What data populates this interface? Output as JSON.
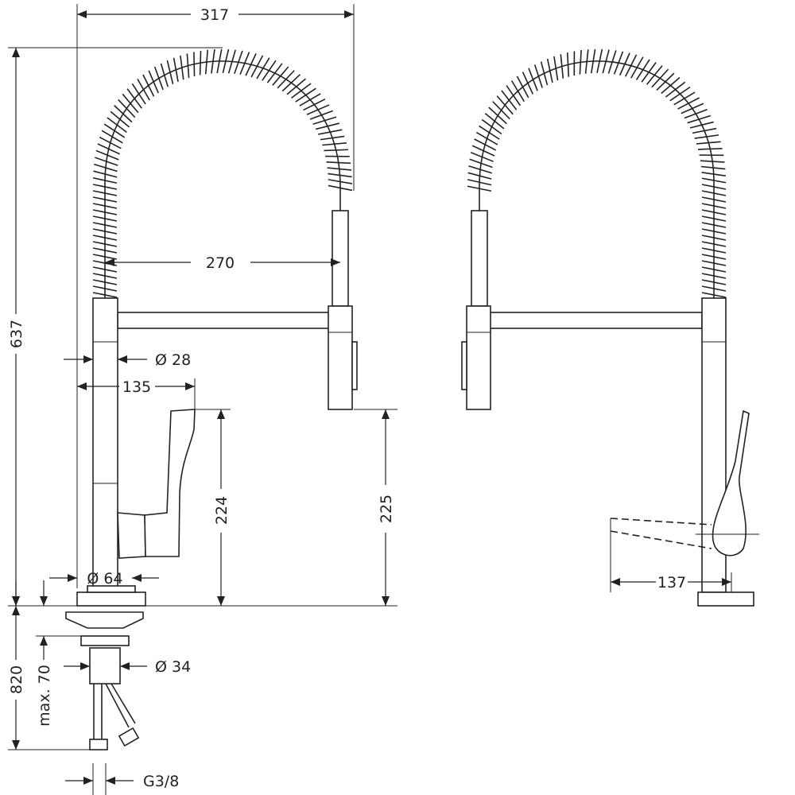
{
  "title": "Kitchen faucet dimension drawing",
  "dimensions": {
    "overall_width": "317",
    "overall_height": "637",
    "spout_reach": "270",
    "body_diameter": "Ø 28",
    "handle_offset": "135",
    "handle_height": "224",
    "spout_clearance": "225",
    "base_diameter": "Ø 64",
    "worktop_depth": "820",
    "max_thickness": "max. 70",
    "shank_diameter": "Ø 34",
    "connection_thread": "G3/8",
    "lever_swing": "137"
  }
}
